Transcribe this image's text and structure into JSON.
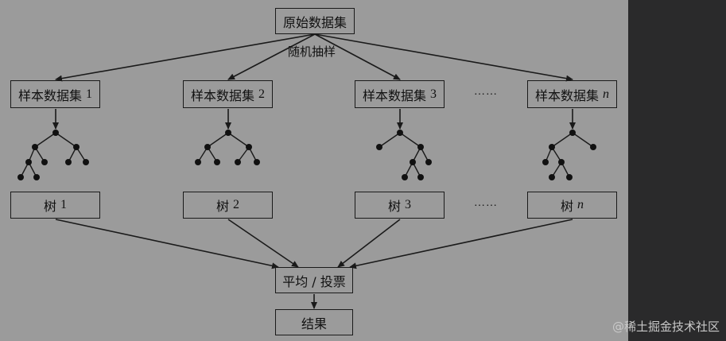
{
  "root": {
    "label": "原始数据集"
  },
  "sampling_label": "随机抽样",
  "samples": [
    {
      "label": "样本数据集",
      "index": "1"
    },
    {
      "label": "样本数据集",
      "index": "2"
    },
    {
      "label": "样本数据集",
      "index": "3"
    },
    {
      "label": "样本数据集",
      "index": "n"
    }
  ],
  "trees": [
    {
      "label": "树",
      "index": "1"
    },
    {
      "label": "树",
      "index": "2"
    },
    {
      "label": "树",
      "index": "3"
    },
    {
      "label": "树",
      "index": "n"
    }
  ],
  "ellipsis": "……",
  "aggregate": {
    "label": "平均 / 投票"
  },
  "result": {
    "label": "结果"
  },
  "watermark": "@稀土掘金技术社区"
}
